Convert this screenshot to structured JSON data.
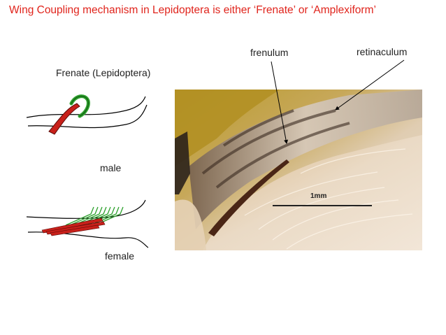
{
  "title": "Wing Coupling mechanism in Lepidoptera is either ‘Frenate’ or ‘Amplexiform’",
  "labels": {
    "frenate_heading": "Frenate (Lepidoptera)",
    "male": "male",
    "female": "female",
    "frenulum": "frenulum",
    "retinaculum": "retinaculum"
  },
  "photo": {
    "scale_label": "1mm"
  },
  "colors": {
    "title": "#e0241c",
    "frenulum_bristle": "#c8201a",
    "retinaculum_hook": "#2ca02c",
    "outline": "#000000"
  }
}
